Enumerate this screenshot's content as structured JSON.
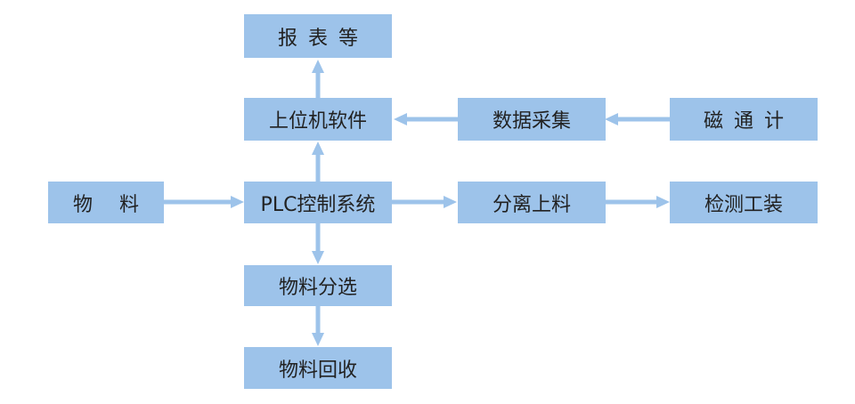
{
  "colors": {
    "box_fill": "#9dc3ea",
    "arrow": "#9dc3ea",
    "text": "#222222",
    "background": "#ffffff"
  },
  "nodes": {
    "report": "报表等",
    "host_software": "上位机软件",
    "data_acquisition": "数据采集",
    "fluxmeter": "磁通计",
    "material": "物料",
    "plc_system": "PLC控制系统",
    "separation_loading": "分离上料",
    "inspection_fixture": "检测工装",
    "material_sorting": "物料分选",
    "material_recovery": "物料回收"
  },
  "edges": [
    {
      "from": "host_software",
      "to": "report"
    },
    {
      "from": "fluxmeter",
      "to": "data_acquisition"
    },
    {
      "from": "data_acquisition",
      "to": "host_software"
    },
    {
      "from": "plc_system",
      "to": "host_software"
    },
    {
      "from": "material",
      "to": "plc_system"
    },
    {
      "from": "plc_system",
      "to": "separation_loading"
    },
    {
      "from": "separation_loading",
      "to": "inspection_fixture"
    },
    {
      "from": "plc_system",
      "to": "material_sorting"
    },
    {
      "from": "material_sorting",
      "to": "material_recovery"
    }
  ]
}
